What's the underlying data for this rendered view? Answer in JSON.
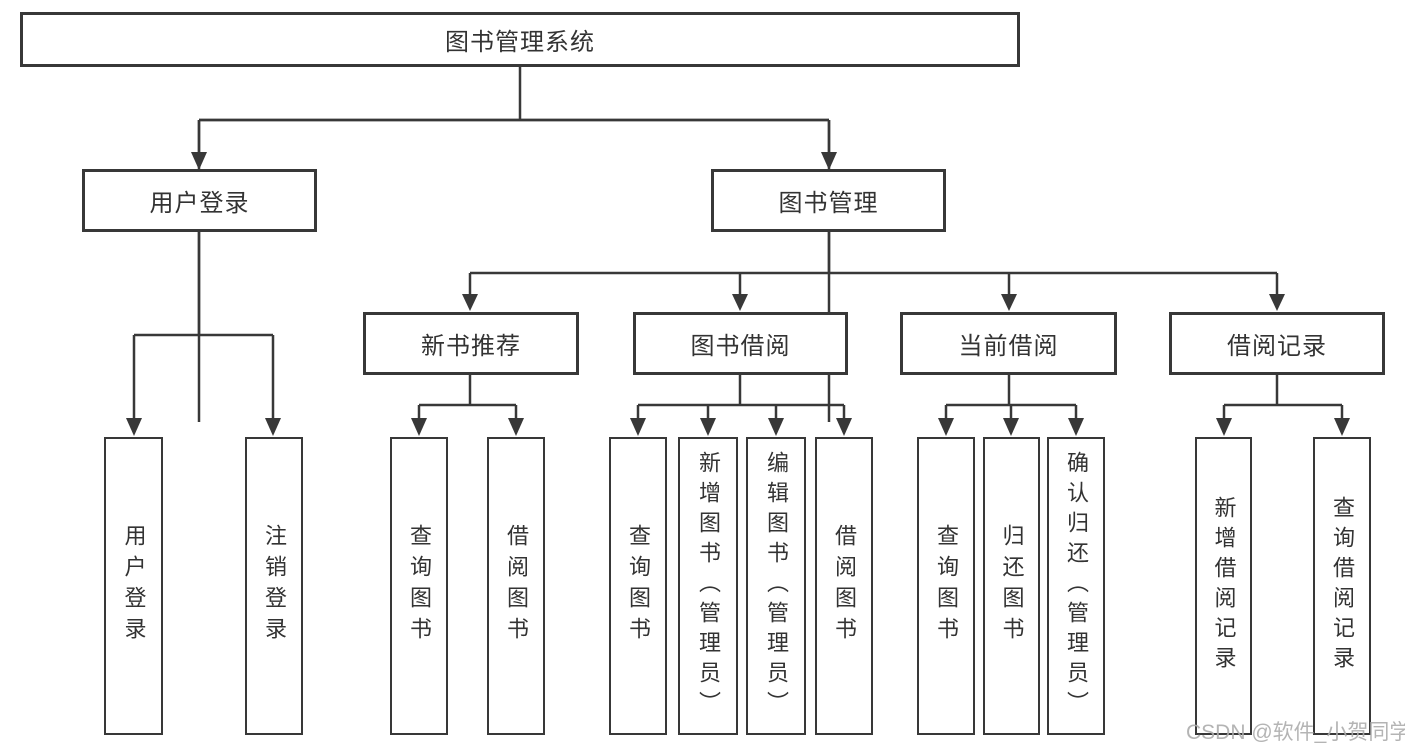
{
  "nodes": {
    "root": "图书管理系统",
    "user_login": "用户登录",
    "book_management": "图书管理",
    "new_book_recommend": "新书推荐",
    "book_borrow": "图书借阅",
    "current_borrow": "当前借阅",
    "borrow_records": "借阅记录"
  },
  "leaves": {
    "user_login": [
      "用户登录",
      "注销登录"
    ],
    "new_book_recommend": [
      "查询图书",
      "借阅图书"
    ],
    "book_borrow": [
      "查询图书",
      "新增图书（管理员）",
      "编辑图书（管理员）",
      "借阅图书"
    ],
    "current_borrow": [
      "查询图书",
      "归还图书",
      "确认归还（管理员）"
    ],
    "borrow_records": [
      "新增借阅记录",
      "查询借阅记录"
    ]
  },
  "watermark": "CSDN @软件_小贺同学",
  "colors": {
    "line": "#383838",
    "text": "#333333",
    "watermark": "#acacac",
    "background": "#ffffff"
  }
}
